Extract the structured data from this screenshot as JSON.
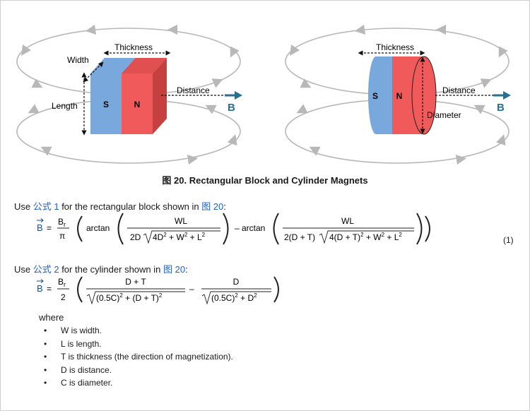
{
  "figure": {
    "left": {
      "thickness": "Thickness",
      "width": "Width",
      "length": "Length",
      "distance": "Distance",
      "s": "S",
      "n": "N",
      "b": "B"
    },
    "right": {
      "thickness": "Thickness",
      "distance": "Distance",
      "diameter": "Diameter",
      "s": "S",
      "n": "N",
      "b": "B"
    },
    "colors": {
      "south": "#78a8dc",
      "north": "#f05a5a",
      "arrow": "#2a6f8f",
      "field": "#b8b8b8"
    },
    "caption": "图 20.  Rectangular Block and Cylinder Magnets"
  },
  "eq1": {
    "intro_pre": "Use ",
    "intro_link": "公式 1",
    "intro_mid": " for the rectangular block shown in ",
    "intro_fig": "图 20",
    "intro_post": ":",
    "b": "B",
    "eq": "=",
    "br": "B",
    "br_sub": "r",
    "pi": "π",
    "arctan": "arctan",
    "minus": "–",
    "num1": "WL",
    "den1_a": "2D",
    "den1_b": "4D",
    "den1_c": " + W",
    "den1_d": " + L",
    "num2": "WL",
    "den2_a": "2(D + T)",
    "den2_b": "4(D + T)",
    "den2_c": " + W",
    "den2_d": " + L",
    "sq": "2",
    "number": "(1)"
  },
  "eq2": {
    "intro_pre": "Use ",
    "intro_link": "公式 2",
    "intro_mid": " for the cylinder shown in ",
    "intro_fig": "图 20",
    "intro_post": ":",
    "b": "B",
    "eq": "=",
    "br": "B",
    "br_sub": "r",
    "two": "2",
    "num1": "D + T",
    "den1_a": "(0.5C)",
    "den1_b": " + (D + T)",
    "minus": "–",
    "num2": "D",
    "den2_a": "(0.5C)",
    "den2_b": " + D",
    "sq": "2"
  },
  "where": "where",
  "definitions": [
    "W is width.",
    "L is length.",
    "T is thickness (the direction of magnetization).",
    "D is distance.",
    "C is diameter."
  ]
}
